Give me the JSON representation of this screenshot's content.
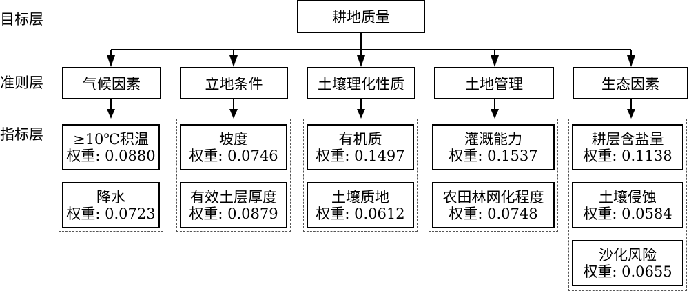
{
  "layers": {
    "goal": "目标层",
    "criteria": "准则层",
    "indicator": "指标层"
  },
  "goal": "耕地质量",
  "weight_prefix": "权重: ",
  "criteria": [
    {
      "name": "气候因素",
      "indicators": [
        {
          "name": "≥10℃积温",
          "weight": "0.0880"
        },
        {
          "name": "降水",
          "weight": "0.0723"
        }
      ]
    },
    {
      "name": "立地条件",
      "indicators": [
        {
          "name": "坡度",
          "weight": "0.0746"
        },
        {
          "name": "有效土层厚度",
          "weight": "0.0879"
        }
      ]
    },
    {
      "name": "土壤理化性质",
      "indicators": [
        {
          "name": "有机质",
          "weight": "0.1497"
        },
        {
          "name": "土壤质地",
          "weight": "0.0612"
        }
      ]
    },
    {
      "name": "土地管理",
      "indicators": [
        {
          "name": "灌溉能力",
          "weight": "0.1537"
        },
        {
          "name": "农田林网化程度",
          "weight": "0.0748"
        }
      ]
    },
    {
      "name": "生态因素",
      "indicators": [
        {
          "name": "耕层含盐量",
          "weight": "0.1138"
        },
        {
          "name": "土壤侵蚀",
          "weight": "0.0584"
        },
        {
          "name": "沙化风险",
          "weight": "0.0655"
        }
      ]
    }
  ]
}
